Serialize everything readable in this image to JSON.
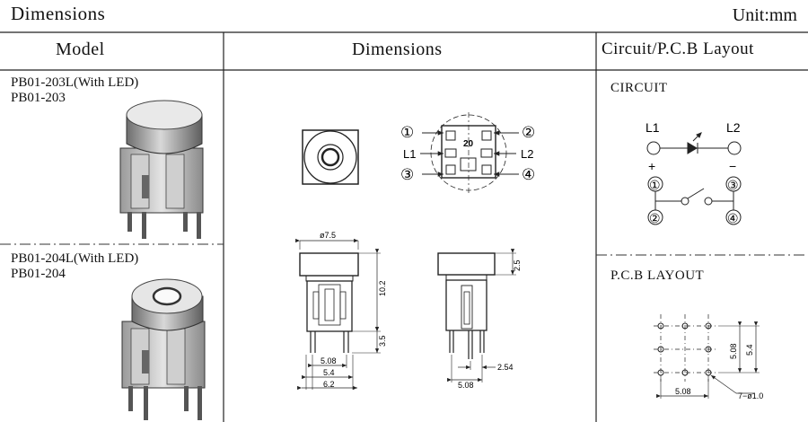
{
  "header": {
    "title": "Dimensions",
    "unit": "Unit:mm"
  },
  "columns": {
    "model": "Model",
    "dimensions": "Dimensions",
    "circuit_pcb": "Circuit/P.C.B Layout"
  },
  "models": [
    {
      "line1": "PB01-203L(With LED)",
      "line2": "PB01-203"
    },
    {
      "line1": "PB01-204L(With LED)",
      "line2": "PB01-204"
    }
  ],
  "drawings": {
    "pin_labels": {
      "p1": "①",
      "p2": "②",
      "p3": "③",
      "p4": "④",
      "l1": "L1",
      "l2": "L2",
      "top_code": "20"
    },
    "front": {
      "cap_dia": "ø7.5",
      "w1": "5.08",
      "w2": "5.4",
      "w3": "6.2",
      "height": "10.2",
      "pin_height": "3.5"
    },
    "side": {
      "cap_h": "2.5",
      "w1": "2.54",
      "w2": "5.08"
    }
  },
  "circuit": {
    "title": "CIRCUIT",
    "l1": "L1",
    "l2": "L2",
    "plus": "+",
    "minus": "−",
    "p1": "①",
    "p2": "②",
    "p3": "③",
    "p4": "④"
  },
  "pcb": {
    "title": "P.C.B LAYOUT",
    "pitch_x": "5.08",
    "pitch_y1": "5.08",
    "pitch_y2": "5.4",
    "holes": "7−ø1.0"
  }
}
